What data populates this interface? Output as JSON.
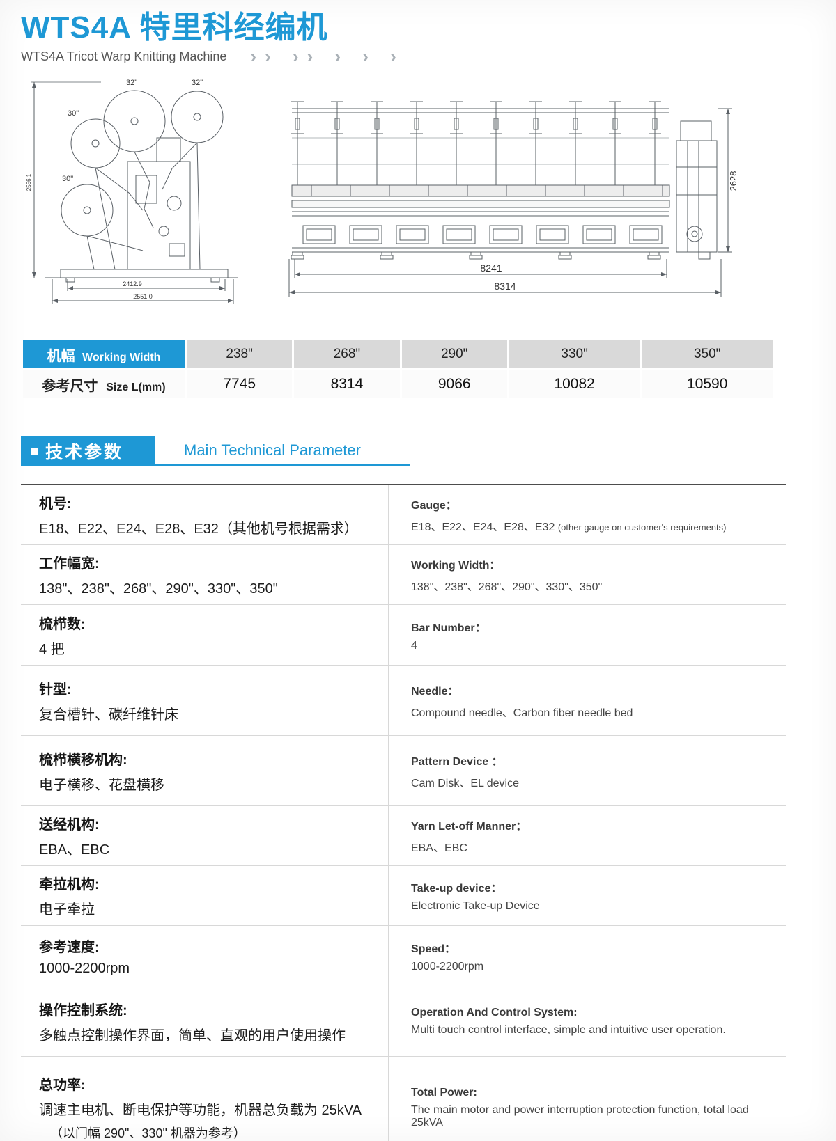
{
  "colors": {
    "accent": "#1e98d5",
    "table_gray": "#d9d9d9"
  },
  "page": {
    "title": "WTS4A 特里科经编机",
    "subtitle": "WTS4A Tricot Warp Knitting Machine",
    "chevrons": "›› ›› › › ›"
  },
  "drawings": {
    "side_view": {
      "beam_label_1": "32\"",
      "beam_label_2": "32\"",
      "beam_label_3": "30\"",
      "beam_label_4": "30\"",
      "dim_width_inner": "2412.9",
      "dim_width_outer": "2551.0",
      "dim_height": "2556.1"
    },
    "front_view": {
      "dim_height": "2628",
      "dim_width_inner": "8241",
      "dim_width_outer": "8314"
    }
  },
  "width_table": {
    "row1_label_cn": "机幅",
    "row1_label_en": "Working Width",
    "row2_label_cn": "参考尺寸",
    "row2_label_en": "Size L(mm)",
    "widths": [
      "238\"",
      "268\"",
      "290\"",
      "330\"",
      "350\""
    ],
    "sizes": [
      "7745",
      "8314",
      "9066",
      "10082",
      "10590"
    ]
  },
  "section": {
    "title_cn": "技术参数",
    "title_en": "Main Technical Parameter"
  },
  "specs": [
    {
      "cn_title": "机号:",
      "cn_value": "E18、E22、E24、E28、E32（其他机号根据需求）",
      "en_title": "Gauge：",
      "en_value": "E18、E22、E24、E28、E32",
      "en_note": "(other gauge on customer's requirements)"
    },
    {
      "cn_title": "工作幅宽:",
      "cn_value": "138\"、238\"、268\"、290\"、330\"、350\"",
      "en_title": "Working Width：",
      "en_value": "138\"、238\"、268\"、290\"、330\"、350\""
    },
    {
      "cn_title": "梳栉数:",
      "cn_value": "4 把",
      "en_title": "Bar Number：",
      "en_value": "4"
    },
    {
      "cn_title": "针型:",
      "cn_value": "复合槽针、碳纤维针床",
      "en_title": "Needle：",
      "en_value": "Compound needle、Carbon fiber needle bed"
    },
    {
      "cn_title": "梳栉横移机构:",
      "cn_value": "电子横移、花盘横移",
      "en_title": "Pattern Device ：",
      "en_value": "Cam Disk、EL device"
    },
    {
      "cn_title": "送经机构:",
      "cn_value": "EBA、EBC",
      "en_title": "Yarn Let-off Manner：",
      "en_value": "EBA、EBC"
    },
    {
      "cn_title": "牵拉机构:",
      "cn_value": "电子牵拉",
      "en_title": "Take-up device：",
      "en_value": "Electronic Take-up Device"
    },
    {
      "cn_title": "参考速度:",
      "cn_value": "1000-2200rpm",
      "en_title": "Speed：",
      "en_value": "1000-2200rpm"
    },
    {
      "cn_title": "操作控制系统:",
      "cn_value": "多触点控制操作界面，简单、直观的用户使用操作",
      "en_title": "Operation And Control System:",
      "en_value": "Multi touch control interface, simple and intuitive user operation."
    },
    {
      "cn_title": "总功率:",
      "cn_value": "调速主电机、断电保护等功能，机器总负载为 25kVA",
      "cn_note": "（以门幅 290\"、330\" 机器为参考）",
      "en_title": "Total Power:",
      "en_value": "The main motor and power interruption protection function,  total load 25kVA"
    }
  ]
}
